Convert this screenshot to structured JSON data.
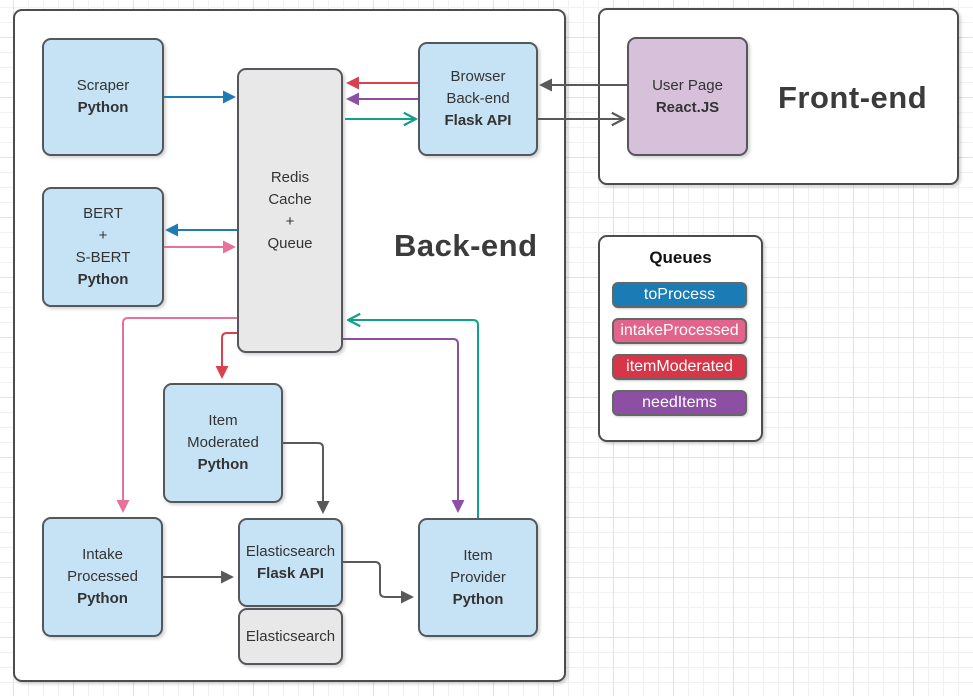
{
  "containers": {
    "backend": {
      "title": "Back-end"
    },
    "frontend": {
      "title": "Front-end"
    }
  },
  "nodes": {
    "scraper": {
      "lines": [
        "Scraper"
      ],
      "bold": "Python"
    },
    "bert": {
      "lines": [
        "BERT",
        "+",
        "S-BERT"
      ],
      "bold": "Python"
    },
    "redis": {
      "lines": [
        "Redis",
        "Cache",
        "+",
        "Queue"
      ]
    },
    "browser_backend": {
      "lines": [
        "Browser",
        "Back-end"
      ],
      "bold": "Flask API"
    },
    "user_page": {
      "lines": [
        "User Page"
      ],
      "bold": "React.JS"
    },
    "item_moderated": {
      "lines": [
        "Item",
        "Moderated"
      ],
      "bold": "Python"
    },
    "intake_processed": {
      "lines": [
        "Intake",
        "Processed"
      ],
      "bold": "Python"
    },
    "elasticsearch_flask": {
      "lines": [
        "Elasticsearch"
      ],
      "bold": "Flask API"
    },
    "elasticsearch": {
      "lines": [
        "Elasticsearch"
      ]
    },
    "item_provider": {
      "lines": [
        "Item",
        "Provider"
      ],
      "bold": "Python"
    }
  },
  "legend": {
    "title": "Queues",
    "queues": [
      {
        "label": "toProcess",
        "color": "#1b7bb4"
      },
      {
        "label": "intakeProcessed",
        "color": "#e2638c"
      },
      {
        "label": "itemModerated",
        "color": "#d63647"
      },
      {
        "label": "needItems",
        "color": "#8c4fa3"
      }
    ]
  },
  "edges": [
    {
      "from": "scraper",
      "to": "redis",
      "color": "#1e7cb5",
      "head": "filled"
    },
    {
      "from": "redis",
      "to": "bert",
      "color": "#1e7cb5",
      "head": "filled"
    },
    {
      "from": "bert",
      "to": "redis",
      "color": "#e8719c",
      "head": "filled"
    },
    {
      "from": "browser_backend",
      "to": "redis",
      "color": "#d9414e",
      "head": "filled"
    },
    {
      "from": "browser_backend",
      "to": "redis",
      "color": "#8c4fa3",
      "head": "filled"
    },
    {
      "from": "redis",
      "to": "browser_backend",
      "color": "#12a089",
      "head": "open"
    },
    {
      "from": "user_page",
      "to": "browser_backend",
      "color": "#595959",
      "head": "filled"
    },
    {
      "from": "browser_backend",
      "to": "user_page",
      "color": "#595959",
      "head": "open"
    },
    {
      "from": "redis",
      "to": "item_moderated",
      "color": "#d9414e",
      "head": "filled"
    },
    {
      "from": "redis",
      "to": "intake_processed",
      "color": "#e8719c",
      "head": "filled"
    },
    {
      "from": "item_moderated",
      "to": "elasticsearch_flask",
      "color": "#595959",
      "head": "filled"
    },
    {
      "from": "intake_processed",
      "to": "elasticsearch_flask",
      "color": "#595959",
      "head": "filled"
    },
    {
      "from": "elasticsearch_flask",
      "to": "item_provider",
      "color": "#595959",
      "head": "filled"
    },
    {
      "from": "item_provider",
      "to": "redis",
      "color": "#12a089",
      "head": "open"
    },
    {
      "from": "redis",
      "to": "item_provider",
      "color": "#8c4fa3",
      "head": "filled"
    }
  ],
  "colors": {
    "edge_blue": "#1e7cb5",
    "edge_pink": "#e8719c",
    "edge_red": "#d9414e",
    "edge_purple": "#8c4fa3",
    "edge_teal": "#12a089",
    "edge_gray": "#595959",
    "node_blue_fill": "#c6e3f5",
    "node_gray_fill": "#e8e8e8",
    "node_purple_fill": "#d7c1da"
  }
}
